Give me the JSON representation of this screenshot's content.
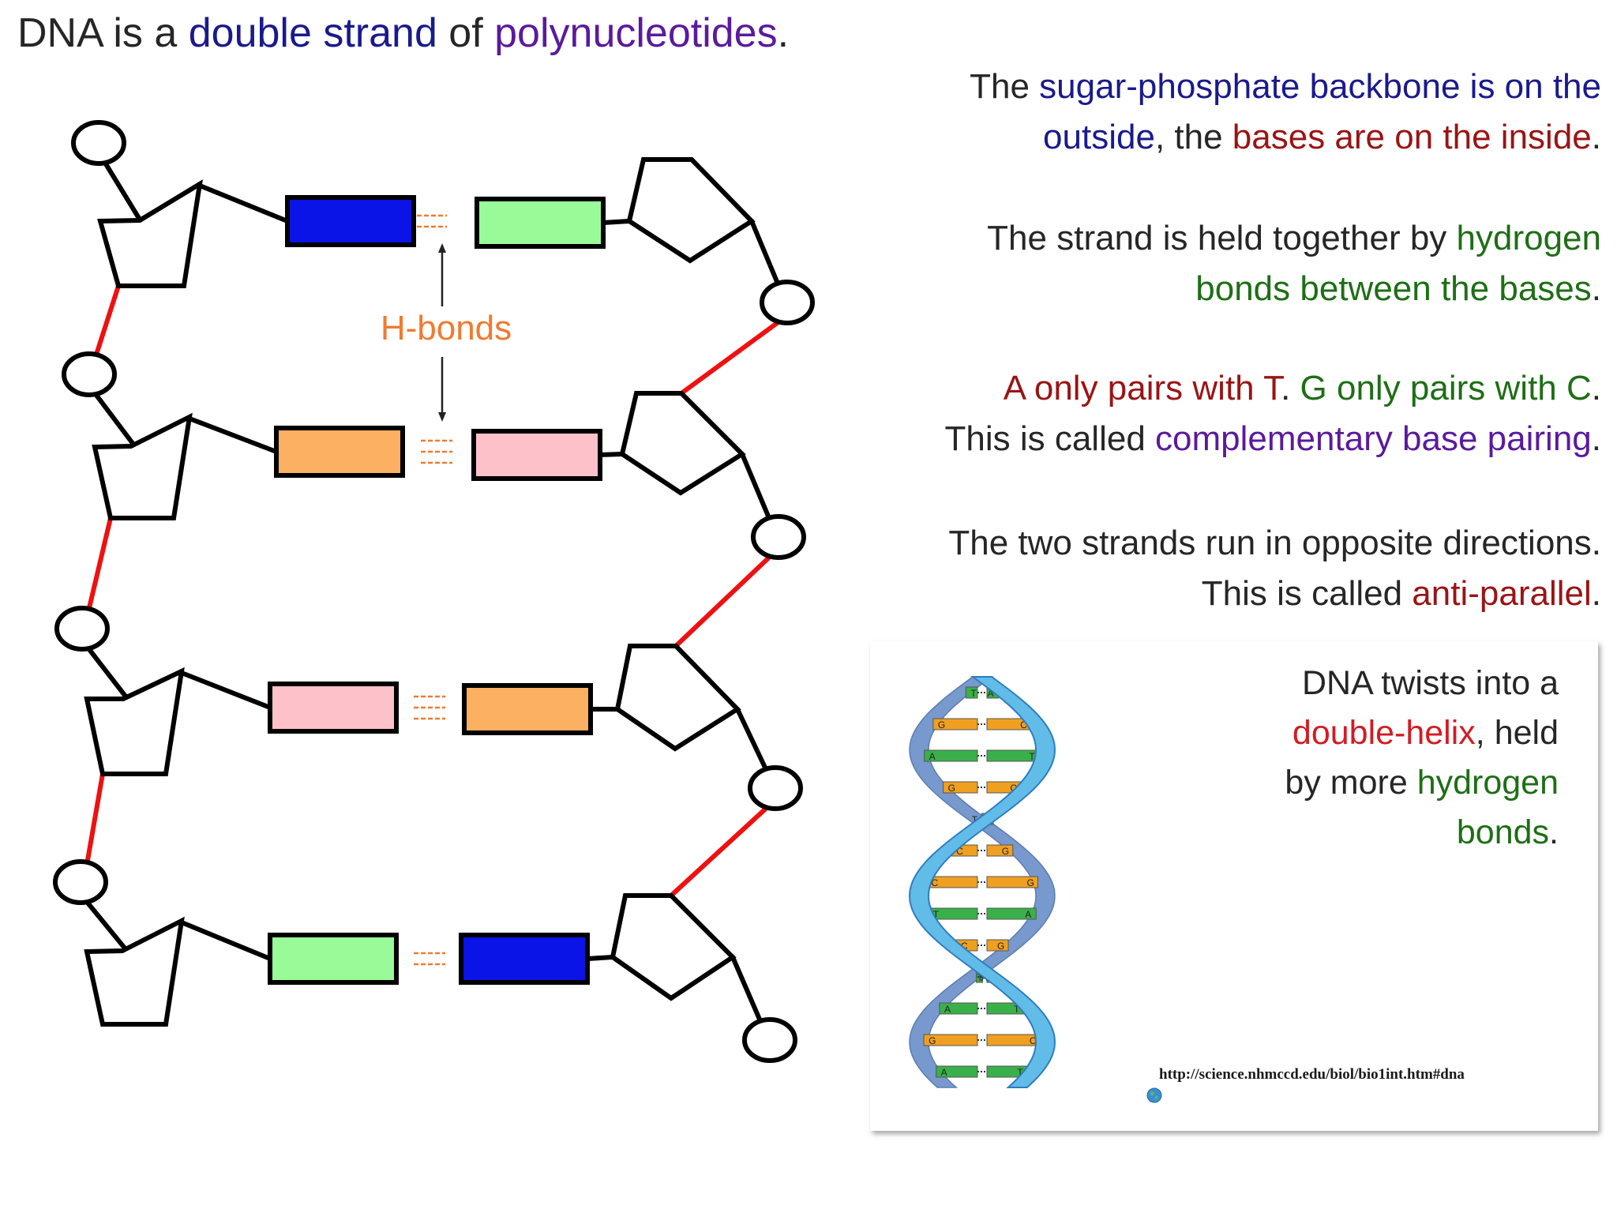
{
  "title": {
    "prefix": "DNA is a ",
    "double_strand": "double strand",
    "of": " of ",
    "polynucleotides": "polynucleotides",
    "period": "."
  },
  "diagram": {
    "hbond_label": "H-bonds",
    "rows": [
      {
        "left_base_color": "#0a14e6",
        "right_base_color": "#98fb98",
        "hbond_lines": 2
      },
      {
        "left_base_color": "#fbb062",
        "right_base_color": "#fdc1c9",
        "hbond_lines": 3
      },
      {
        "left_base_color": "#fdc1c9",
        "right_base_color": "#fbb062",
        "hbond_lines": 3
      },
      {
        "left_base_color": "#98fb98",
        "right_base_color": "#0a14e6",
        "hbond_lines": 2
      }
    ],
    "colors": {
      "backbone_link": "#ee1111",
      "hbond": "#f07a30",
      "outline": "#000000"
    }
  },
  "paragraphs": {
    "p1": {
      "l1_a": "The ",
      "l1_b": "sugar-phosphate backbone is on the",
      "l2_a": "outside",
      "l2_b": ", the ",
      "l2_c": "bases are on the inside",
      "l2_d": "."
    },
    "p2": {
      "l1_a": "The strand is held together by ",
      "l1_b": "hydrogen",
      "l2_a": "bonds between the bases",
      "l2_b": "."
    },
    "p3": {
      "l1_a": "A only pairs with T",
      "l1_b": ". ",
      "l1_c": "G only pairs with C",
      "l1_d": ".",
      "l2_a": "This is called ",
      "l2_b": "complementary base pairing",
      "l2_c": "."
    },
    "p4": {
      "l1": "The two strands run in opposite directions.",
      "l2_a": "This is called ",
      "l2_b": "anti-parallel",
      "l2_c": "."
    }
  },
  "helix_panel": {
    "l1": "DNA twists into a",
    "l2_a": "double-helix",
    "l2_b": ", held",
    "l3_a": "by more ",
    "l3_b": "hydrogen",
    "l4_a": "bonds",
    "l4_b": ".",
    "url": "http://science.nhmccd.edu/biol/bio1int.htm#dna",
    "rungs": [
      {
        "left": "T",
        "right": "A",
        "color": "green"
      },
      {
        "left": "G",
        "right": "C",
        "color": "orange"
      },
      {
        "left": "A",
        "right": "T",
        "color": "green"
      },
      {
        "left": "G",
        "right": "C",
        "color": "orange"
      },
      {
        "left": "A",
        "right": "T",
        "color": "green"
      },
      {
        "left": "C",
        "right": "G",
        "color": "orange"
      },
      {
        "left": "C",
        "right": "G",
        "color": "orange"
      },
      {
        "left": "T",
        "right": "A",
        "color": "green"
      },
      {
        "left": "C",
        "right": "G",
        "color": "orange"
      },
      {
        "left": "A",
        "right": "T",
        "color": "green"
      },
      {
        "left": "A",
        "right": "T",
        "color": "green"
      },
      {
        "left": "G",
        "right": "C",
        "color": "orange"
      },
      {
        "left": "A",
        "right": "T",
        "color": "green"
      }
    ],
    "colors": {
      "strand_light": "#62bce8",
      "strand_dark": "#2e7cc0",
      "back_strand": "#6a8fc8",
      "green": "#3ab04a",
      "orange": "#f0a020",
      "label_bg_green": "#b8e8b0",
      "label_bg_orange": "#fad890"
    }
  }
}
